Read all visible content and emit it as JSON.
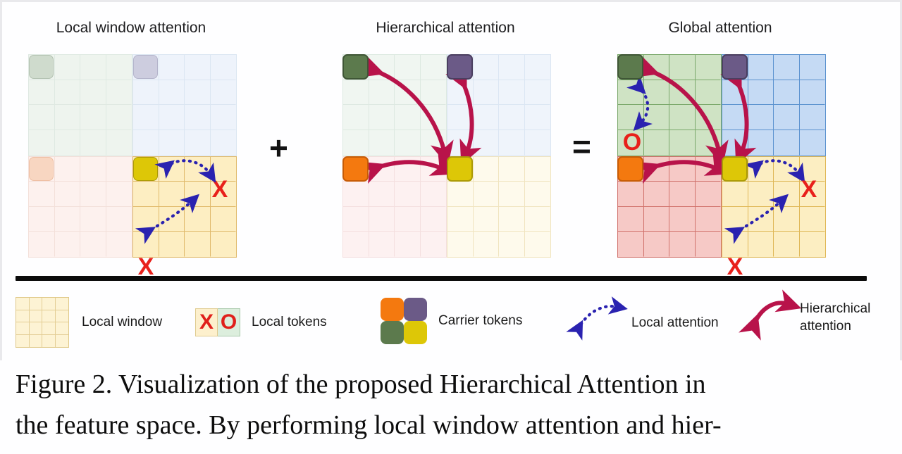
{
  "figure": {
    "caption_line1": "Figure 2. Visualization of the proposed Hierarchical Attention in",
    "caption_line2": "the feature space. By performing local window attention and hier-"
  },
  "panels": [
    {
      "id": "local-window-attention",
      "title": "Local window attention",
      "operator_after": "+",
      "grid": {
        "rows": 8,
        "cols": 8,
        "quadrant_rows": 4,
        "quadrant_cols": 4
      },
      "quadrants": [
        {
          "position": "top-left",
          "fill": "#eef4ee",
          "line": "#dfe9e2",
          "emphasis": "faint"
        },
        {
          "position": "top-right",
          "fill": "#eef3fb",
          "line": "#dbe6f2",
          "emphasis": "faint"
        },
        {
          "position": "bottom-left",
          "fill": "#fdf1ee",
          "line": "#f3e0da",
          "emphasis": "faint"
        },
        {
          "position": "bottom-right",
          "fill": "#fdeec2",
          "line": "#e0b96a",
          "emphasis": "strong"
        }
      ],
      "tokens": [
        {
          "name": "carrier-token-green",
          "color": "#cfdbcd",
          "border": "#b3c2b1",
          "cell": "0,0",
          "state": "dim"
        },
        {
          "name": "carrier-token-purple",
          "color": "#cdcddf",
          "border": "#b4b4cb",
          "cell": "0,4",
          "state": "dim"
        },
        {
          "name": "carrier-token-orange",
          "color": "#f8d6c1",
          "border": "#eebfa3",
          "cell": "4,0",
          "state": "dim"
        },
        {
          "name": "carrier-token-yellow",
          "color": "#ddc707",
          "border": "#ab9a07",
          "cell": "4,4",
          "state": "solid"
        }
      ],
      "local_tokens": [
        {
          "symbol": "X",
          "cell": "5,7"
        },
        {
          "symbol": "X",
          "cell": "7,4"
        }
      ],
      "local_attention_arrows": 2,
      "hierarchical_attention_arrows": 0
    },
    {
      "id": "hierarchical-attention",
      "title": "Hierarchical attention",
      "operator_after": "=",
      "grid": {
        "rows": 8,
        "cols": 8,
        "quadrant_rows": 4,
        "quadrant_cols": 4
      },
      "quadrants": [
        {
          "position": "top-left",
          "fill": "#f0f6f1",
          "line": "#dde9e1",
          "emphasis": "faint"
        },
        {
          "position": "top-right",
          "fill": "#eff4fb",
          "line": "#dbe6f3",
          "emphasis": "faint"
        },
        {
          "position": "bottom-left",
          "fill": "#fdf1f1",
          "line": "#f4dfdf",
          "emphasis": "faint"
        },
        {
          "position": "bottom-right",
          "fill": "#fefaec",
          "line": "#f0e4bf",
          "emphasis": "faint"
        }
      ],
      "tokens": [
        {
          "name": "carrier-token-green",
          "color": "#5c7a4d",
          "border": "#3f5636",
          "cell": "0,0",
          "state": "solid"
        },
        {
          "name": "carrier-token-purple",
          "color": "#6b5a87",
          "border": "#4b3f60",
          "cell": "0,4",
          "state": "solid"
        },
        {
          "name": "carrier-token-orange",
          "color": "#f4790f",
          "border": "#c65c06",
          "cell": "4,0",
          "state": "solid"
        },
        {
          "name": "carrier-token-yellow",
          "color": "#ddc707",
          "border": "#ab9a07",
          "cell": "4,4",
          "state": "solid"
        }
      ],
      "local_tokens": [],
      "local_attention_arrows": 0,
      "hierarchical_attention_arrows": 3
    },
    {
      "id": "global-attention",
      "title": "Global attention",
      "operator_after": "",
      "grid": {
        "rows": 8,
        "cols": 8,
        "quadrant_rows": 4,
        "quadrant_cols": 4
      },
      "quadrants": [
        {
          "position": "top-left",
          "fill": "#cfe3c4",
          "line": "#7aa86a",
          "emphasis": "strong"
        },
        {
          "position": "top-right",
          "fill": "#c5daf4",
          "line": "#5b92cf",
          "emphasis": "strong"
        },
        {
          "position": "bottom-left",
          "fill": "#f6c9c6",
          "line": "#d1736d",
          "emphasis": "strong"
        },
        {
          "position": "bottom-right",
          "fill": "#fceec2",
          "line": "#dfb756",
          "emphasis": "strong"
        }
      ],
      "tokens": [
        {
          "name": "carrier-token-green",
          "color": "#5c7a4d",
          "border": "#3f5636",
          "cell": "0,0",
          "state": "solid"
        },
        {
          "name": "carrier-token-purple",
          "color": "#6b5a87",
          "border": "#4b3f60",
          "cell": "0,4",
          "state": "solid"
        },
        {
          "name": "carrier-token-orange",
          "color": "#f4790f",
          "border": "#c65c06",
          "cell": "4,0",
          "state": "solid"
        },
        {
          "name": "carrier-token-yellow",
          "color": "#ddc707",
          "border": "#ab9a07",
          "cell": "4,4",
          "state": "solid"
        }
      ],
      "local_tokens": [
        {
          "symbol": "O",
          "cell": "3,0"
        },
        {
          "symbol": "X",
          "cell": "5,7"
        },
        {
          "symbol": "X",
          "cell": "7,4"
        }
      ],
      "local_attention_arrows": 3,
      "hierarchical_attention_arrows": 3
    }
  ],
  "operators": {
    "plus": "+",
    "equals": "="
  },
  "legend": {
    "items": [
      {
        "key": "local-window",
        "label": "Local window",
        "icon": "grid-4x4-icon"
      },
      {
        "key": "local-tokens",
        "label": "Local tokens",
        "icon": "xo-cells-icon",
        "symbols": [
          "X",
          "O"
        ]
      },
      {
        "key": "carrier-tokens",
        "label": "Carrier tokens",
        "icon": "carrier-quad-icon"
      },
      {
        "key": "local-attention",
        "label": "Local attention",
        "icon": "dotted-double-arrow-icon"
      },
      {
        "key": "hierarchical-attention",
        "label": "Hierarchical\nattention",
        "icon": "solid-double-arrow-icon"
      }
    ]
  },
  "colors": {
    "local_attention_arrow": "#2a22b0",
    "hierarchical_attention_arrow": "#b8134a",
    "local_token_mark": "#e8201b",
    "carrier_green": "#5c7a4d",
    "carrier_purple": "#6b5a87",
    "carrier_orange": "#f4790f",
    "carrier_yellow": "#ddc707",
    "divider": "#0b0b0b",
    "window_fill": "#fdeec2",
    "window_line": "#e0b96a"
  }
}
